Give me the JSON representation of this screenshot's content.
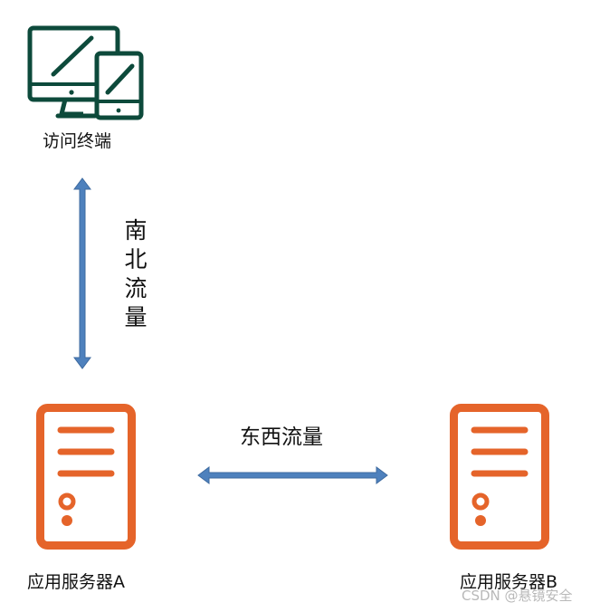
{
  "diagram": {
    "access_terminal": {
      "label": "访问终端",
      "icon": "monitor-tablet-icon",
      "color": "#0d4a3b"
    },
    "north_south": {
      "label": "南北流量",
      "arrow_color": "#4e81bd"
    },
    "server_a": {
      "label": "应用服务器A",
      "icon": "server-icon",
      "color": "#e5642a"
    },
    "server_b": {
      "label": "应用服务器B",
      "icon": "server-icon",
      "color": "#e5642a"
    },
    "east_west": {
      "label": "东西流量",
      "arrow_color": "#4e81bd"
    }
  },
  "watermark": {
    "text": "CSDN @悬镜安全"
  }
}
